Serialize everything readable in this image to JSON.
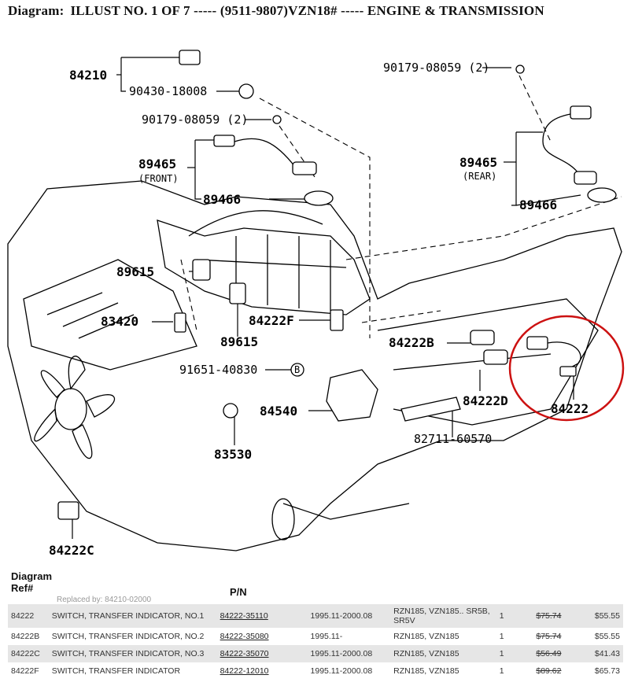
{
  "header": {
    "prefix": "Diagram:",
    "title": "ILLUST NO. 1 OF 7 ----- (9511-9807)VZN18# ----- ENGINE & TRANSMISSION"
  },
  "callouts": {
    "c84210": "84210",
    "c90430": "90430-18008",
    "c90179a": "90179-08059 (2)",
    "c90179b": "90179-08059 (2)",
    "c89465a": "89465",
    "front": "(FRONT)",
    "c89466a": "89466",
    "c89465b": "89465",
    "rear": "(REAR)",
    "c89466b": "89466",
    "c89615a": "89615",
    "c89615b": "89615",
    "c83420": "83420",
    "c84222F": "84222F",
    "c91651": "91651-40830",
    "markB": "B",
    "c84222B": "84222B",
    "c84540": "84540",
    "c84222D": "84222D",
    "c83530": "83530",
    "c82711": "82711-60570",
    "c84222": "84222",
    "c84222C": "84222C"
  },
  "table": {
    "col_ref_line1": "Diagram",
    "col_ref_line2": "Ref#",
    "col_pn": "P/N",
    "faded_note": "Replaced by: 84210-02000",
    "rows": [
      {
        "ref": "84222",
        "desc": "SWITCH, TRANSFER INDICATOR, NO.1",
        "pn": "84222-35110",
        "date": "1995.11-2000.08",
        "models": "RZN185, VZN185.. SR5B, SR5V",
        "qty": "1",
        "old_price": "$75.74",
        "price": "$55.55"
      },
      {
        "ref": "84222B",
        "desc": "SWITCH, TRANSFER INDICATOR, NO.2",
        "pn": "84222-35080",
        "date": "1995.11-",
        "models": "RZN185, VZN185",
        "qty": "1",
        "old_price": "$75.74",
        "price": "$55.55"
      },
      {
        "ref": "84222C",
        "desc": "SWITCH, TRANSFER INDICATOR, NO.3",
        "pn": "84222-35070",
        "date": "1995.11-2000.08",
        "models": "RZN185, VZN185",
        "qty": "1",
        "old_price": "$56.49",
        "price": "$41.43"
      },
      {
        "ref": "84222F",
        "desc": "SWITCH, TRANSFER INDICATOR",
        "pn": "84222-12010",
        "date": "1995.11-2000.08",
        "models": "RZN185, VZN185",
        "qty": "1",
        "old_price": "$89.62",
        "price": "$65.73"
      }
    ]
  },
  "colors": {
    "highlight_circle": "#cc1111",
    "row_shade": "#e6e6e6"
  }
}
